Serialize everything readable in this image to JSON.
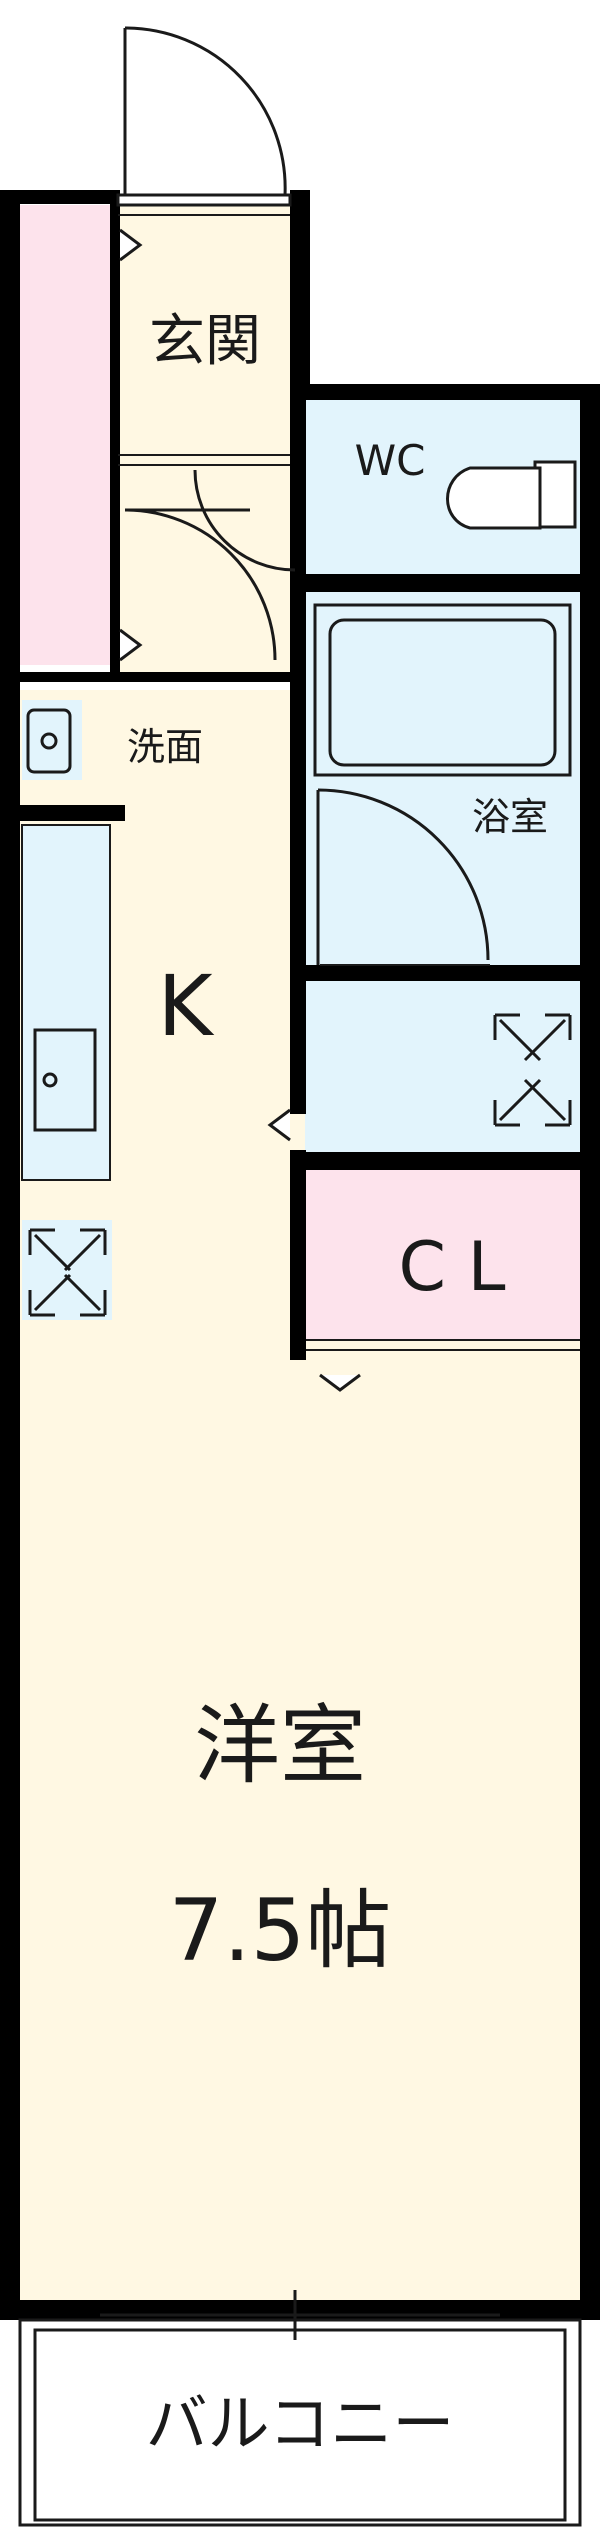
{
  "colors": {
    "wall": "#000000",
    "floor": "#fff8e3",
    "wet": "#e2f4fc",
    "storage": "#fde3ec",
    "line": "#1a1a1a"
  },
  "rooms": {
    "entrance": "玄関",
    "wc": "WC",
    "washroom": "洗面",
    "bathroom": "浴室",
    "kitchen": "K",
    "closet": "C L",
    "western_room": "洋室",
    "western_room_size": "7.5帖",
    "balcony": "バルコニー"
  },
  "icons": [
    "door-swing-icon",
    "toilet-icon",
    "bathtub-icon",
    "sink-icon",
    "stove-icon",
    "washer-space-icon",
    "aircon-icon"
  ]
}
